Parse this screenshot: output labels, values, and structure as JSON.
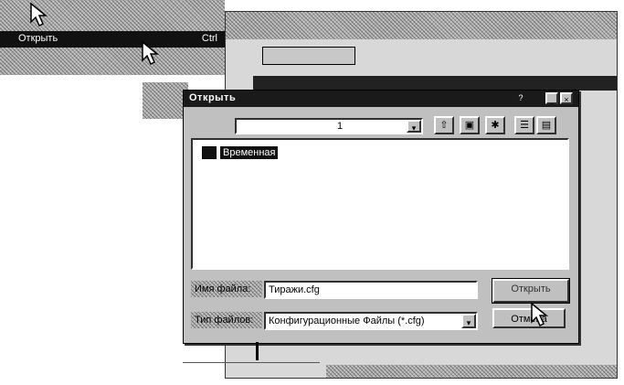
{
  "menu": {
    "selected_left": "Открыть",
    "selected_right": "Ctrl"
  },
  "dialog": {
    "title": "Открыть",
    "look_in_value": "1",
    "folder_item": "Временная",
    "file_name_label": "Имя файла:",
    "file_type_label": "Тип файлов:",
    "file_name_value": "Тиражи.cfg",
    "file_type_value": "Конфигурационные Файлы (*.cfg)",
    "open_button": "Открыть",
    "cancel_button": "Отмена",
    "title_buttons": {
      "help": "?",
      "minimize": "_",
      "close": "×"
    }
  },
  "icons": {
    "arrow": "▾",
    "tools": [
      "up-folder-icon",
      "desktop-icon",
      "new-folder-icon",
      "list-view-icon",
      "details-view-icon"
    ]
  },
  "colors": {
    "window_bg": "#c0c0c0",
    "title_bar": "#1a1a1a",
    "selection": "#111111"
  }
}
